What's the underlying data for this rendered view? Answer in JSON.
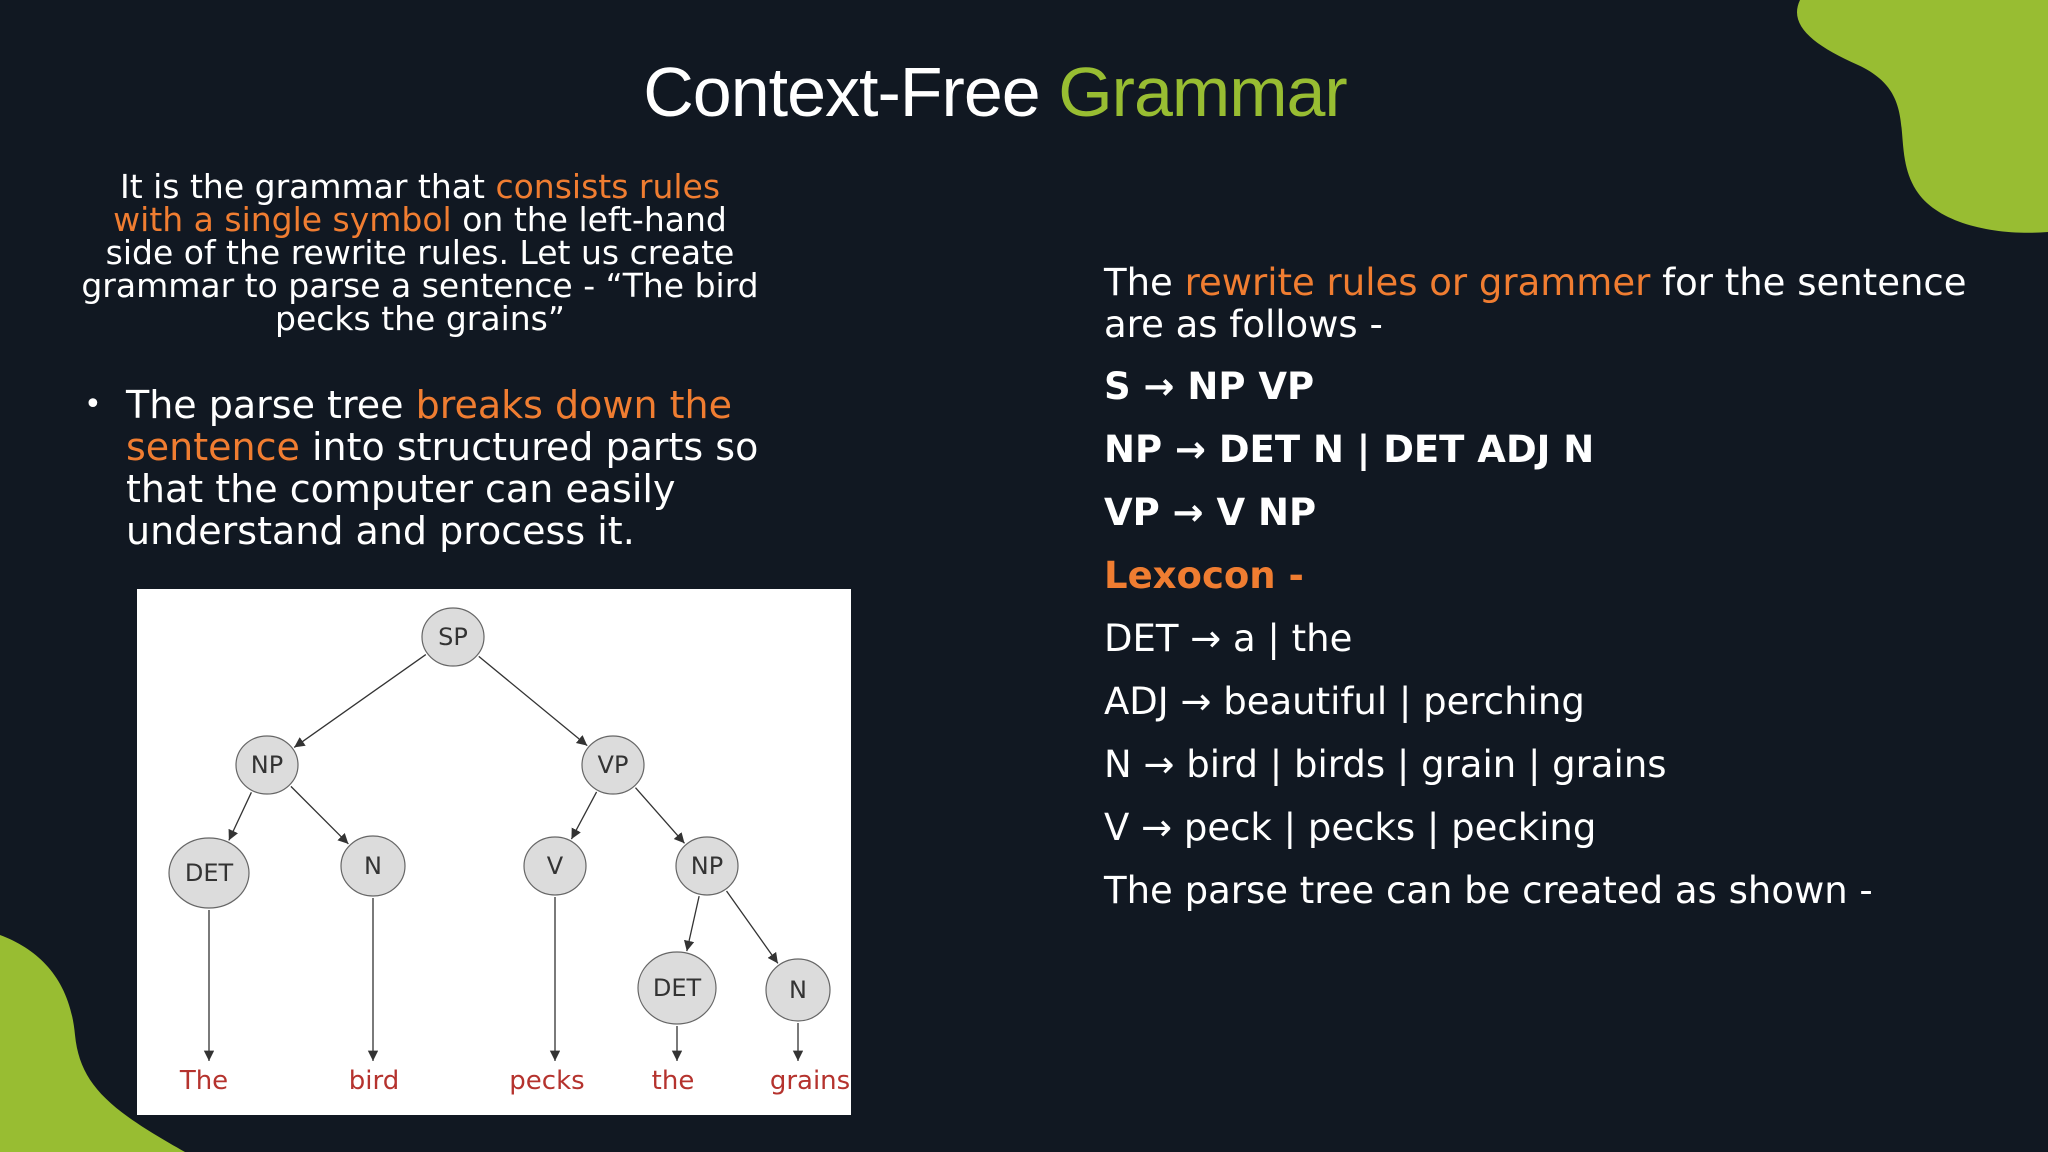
{
  "title": {
    "part1": "Context-Free",
    "part2": "Grammar"
  },
  "intro": {
    "before": "It is the grammar that ",
    "highlight": "consists rules with a single symbol",
    "after": " on the left-hand side of the rewrite rules. Let us create grammar to parse a sentence - “The bird pecks the grains”"
  },
  "bullet": {
    "before": "The parse tree ",
    "highlight": "breaks down the sentence",
    "after": " into structured parts so that the computer can easily understand and process it."
  },
  "tree": {
    "nodes": {
      "root": "SP",
      "np": "NP",
      "vp": "VP",
      "det1": "DET",
      "n1": "N",
      "v": "V",
      "np2": "NP",
      "det2": "DET",
      "n2": "N"
    },
    "words": [
      "The",
      "bird",
      "pecks",
      "the",
      "grains"
    ],
    "colors": {
      "node_fill": "#dcdcdc",
      "node_stroke": "#666666",
      "word": "#b5332e",
      "edge": "#333333"
    }
  },
  "right": {
    "intro_before": "The ",
    "intro_highlight": "rewrite rules or grammer",
    "intro_after": " for the sentence are as follows -",
    "rules": [
      "S → NP VP",
      "NP → DET N | DET ADJ N",
      "VP → V NP"
    ],
    "lexicon_title": "Lexocon -",
    "lexicon": [
      "DET → a | the",
      "ADJ → beautiful | perching",
      "N → bird | birds | grain | grains",
      "V → peck | pecks | pecking"
    ],
    "closing": "The parse tree can be created as shown -"
  },
  "colors": {
    "background": "#111822",
    "accent_green": "#98bd32",
    "accent_orange": "#f07d31"
  }
}
